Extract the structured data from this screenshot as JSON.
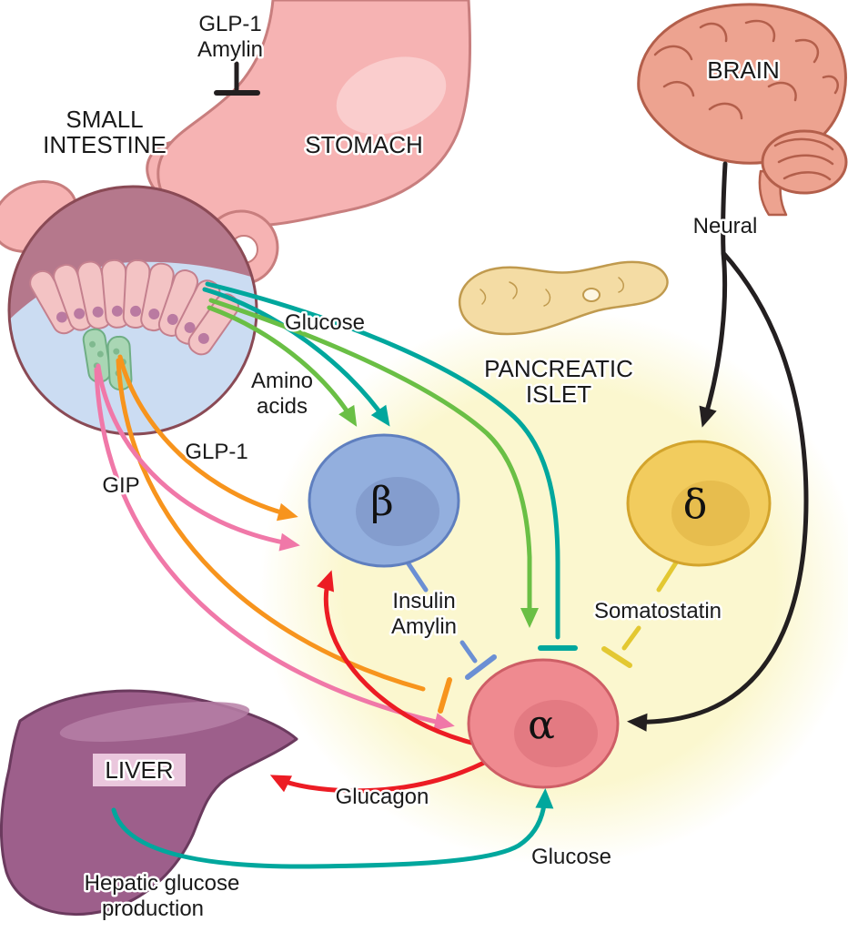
{
  "title": "Regulation of pancreatic islet hormone secretion",
  "labels": {
    "glp1_amylin_1": "GLP-1",
    "glp1_amylin_2": "Amylin",
    "small_intestine_1": "SMALL",
    "small_intestine_2": "INTESTINE",
    "stomach": "STOMACH",
    "brain": "BRAIN",
    "neural": "Neural",
    "glucose_gut": "Glucose",
    "amino_1": "Amino",
    "amino_2": "acids",
    "glp1": "GLP-1",
    "gip": "GIP",
    "pancreatic_1": "PANCREATIC",
    "pancreatic_2": "ISLET",
    "beta": "β",
    "delta": "δ",
    "alpha": "α",
    "insulin_1": "Insulin",
    "insulin_2": "Amylin",
    "somatostatin": "Somatostatin",
    "glucagon": "Glucagon",
    "liver": "LIVER",
    "glucose_liver": "Glucose",
    "hepatic_1": "Hepatic glucose",
    "hepatic_2": "production"
  },
  "colors": {
    "teal": "#00A79D",
    "green": "#6ABF45",
    "orange": "#F7941D",
    "pink_arrow": "#F078A8",
    "red": "#EC1C24",
    "blue": "#6B8FD4",
    "yellow_arrow": "#E3C832",
    "black": "#231F20",
    "beta_fill": "#93AFDE",
    "beta_stroke": "#5F7FBF",
    "delta_fill": "#F2CC5E",
    "delta_stroke": "#D3A42C",
    "alpha_fill": "#EF8A90",
    "alpha_stroke": "#CE5E66",
    "islet_glow": "#FBF7CF",
    "stomach_fill": "#F6B3B3",
    "brain_fill": "#EDA390",
    "liver_fill": "#9D5F8B",
    "liver_label_bg": "#EAC7DD",
    "pancreas_fill": "#F4DCA4",
    "gut_bg": "#CBDCF2",
    "gut_top": "#B5788C"
  },
  "diagram_data": {
    "nodes": [
      "Small intestine",
      "Stomach",
      "Brain",
      "Pancreatic islet",
      "β cell",
      "δ cell",
      "α cell",
      "Liver"
    ],
    "edges": [
      {
        "from": "Small intestine",
        "to": "Stomach",
        "label": "GLP-1, Amylin",
        "effect": "inhibits",
        "color": "black"
      },
      {
        "from": "Brain",
        "to": "δ cell",
        "label": "Neural",
        "effect": "stimulates",
        "color": "black"
      },
      {
        "from": "Brain",
        "to": "α cell",
        "label": "Neural",
        "effect": "stimulates",
        "color": "black"
      },
      {
        "from": "Small intestine",
        "to": "β cell",
        "label": "Glucose",
        "effect": "stimulates",
        "color": "teal"
      },
      {
        "from": "Small intestine",
        "to": "α cell",
        "label": "Glucose",
        "effect": "inhibits",
        "color": "teal"
      },
      {
        "from": "Small intestine",
        "to": "β cell",
        "label": "Amino acids",
        "effect": "stimulates",
        "color": "green"
      },
      {
        "from": "Small intestine",
        "to": "α cell",
        "label": "Amino acids",
        "effect": "stimulates",
        "color": "green"
      },
      {
        "from": "Small intestine",
        "to": "β cell",
        "label": "GLP-1",
        "effect": "stimulates",
        "color": "orange"
      },
      {
        "from": "Small intestine",
        "to": "α cell",
        "label": "GLP-1",
        "effect": "inhibits",
        "color": "orange"
      },
      {
        "from": "Small intestine",
        "to": "β cell",
        "label": "GIP",
        "effect": "stimulates",
        "color": "pink"
      },
      {
        "from": "Small intestine",
        "to": "α cell",
        "label": "GIP",
        "effect": "stimulates",
        "color": "pink"
      },
      {
        "from": "β cell",
        "to": "α cell",
        "label": "Insulin, Amylin",
        "effect": "inhibits",
        "color": "blue"
      },
      {
        "from": "δ cell",
        "to": "α cell",
        "label": "Somatostatin",
        "effect": "inhibits",
        "color": "yellow"
      },
      {
        "from": "α cell",
        "to": "Liver",
        "label": "Glucagon",
        "effect": "stimulates",
        "color": "red"
      },
      {
        "from": "α cell",
        "to": "β cell",
        "label": "Glucagon",
        "effect": "stimulates",
        "color": "red"
      },
      {
        "from": "Liver",
        "to": "α cell",
        "label": "Glucose (hepatic glucose production)",
        "effect": "stimulates",
        "color": "teal"
      }
    ]
  }
}
